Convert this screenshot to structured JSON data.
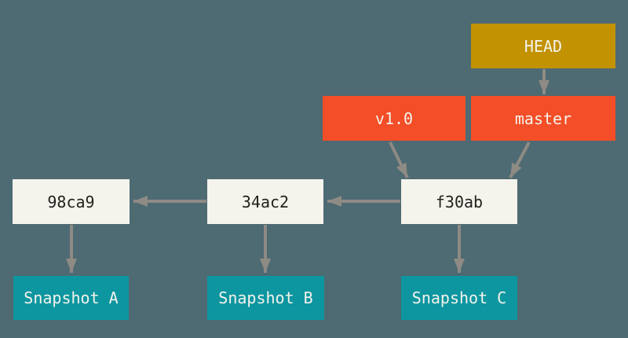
{
  "theme": {
    "background": "#4e6a73",
    "arrow": "#8e8a84",
    "head_fill": "#c29203",
    "ref_fill": "#f34e27",
    "commit_fill": "#f4f3ec",
    "snapshot_fill": "#0d96a0",
    "light_text": "#f4f3ec",
    "dark_text": "#21211d"
  },
  "diagram": {
    "type": "git-commit-graph",
    "nodes": {
      "head": {
        "label": "HEAD",
        "kind": "head-pointer"
      },
      "v1_0": {
        "label": "v1.0",
        "kind": "tag"
      },
      "master": {
        "label": "master",
        "kind": "branch"
      },
      "c98ca9": {
        "label": "98ca9",
        "kind": "commit"
      },
      "c34ac2": {
        "label": "34ac2",
        "kind": "commit"
      },
      "cf30ab": {
        "label": "f30ab",
        "kind": "commit"
      },
      "snapshot_a": {
        "label": "Snapshot A",
        "kind": "snapshot"
      },
      "snapshot_b": {
        "label": "Snapshot B",
        "kind": "snapshot"
      },
      "snapshot_c": {
        "label": "Snapshot C",
        "kind": "snapshot"
      }
    },
    "edges": [
      {
        "from": "HEAD",
        "to": "master"
      },
      {
        "from": "v1.0",
        "to": "f30ab"
      },
      {
        "from": "master",
        "to": "f30ab"
      },
      {
        "from": "f30ab",
        "to": "34ac2"
      },
      {
        "from": "34ac2",
        "to": "98ca9"
      },
      {
        "from": "98ca9",
        "to": "Snapshot A"
      },
      {
        "from": "34ac2",
        "to": "Snapshot B"
      },
      {
        "from": "f30ab",
        "to": "Snapshot C"
      }
    ]
  }
}
